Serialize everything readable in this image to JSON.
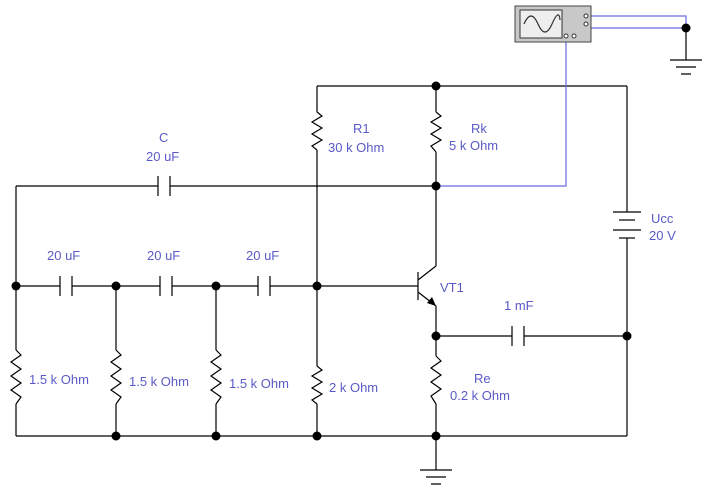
{
  "labels": {
    "c_top_name": "C",
    "c_top_value": "20 uF",
    "r1_name": "R1",
    "r1_value": "30 k Ohm",
    "rk_name": "Rk",
    "rk_value": "5 k Ohm",
    "ucc_name": "Ucc",
    "ucc_value": "20 V",
    "c1_value": "20 uF",
    "c2_value": "20 uF",
    "c3_value": "20 uF",
    "vt1_name": "VT1",
    "ce_value": "1 mF",
    "r_a_value": "1.5 k Ohm",
    "r_b_value": "1.5 k Ohm",
    "r_c_value": "1.5 k Ohm",
    "r2_value": "2 k Ohm",
    "re_name": "Re",
    "re_value": "0.2 k Ohm"
  },
  "icons": {
    "oscilloscope": "oscilloscope-icon",
    "ground": "ground-icon",
    "transistor": "npn-transistor-icon"
  },
  "colors": {
    "wire": "#000000",
    "label": "#5a5ac8",
    "probe_wire": "#6a6ae0"
  }
}
